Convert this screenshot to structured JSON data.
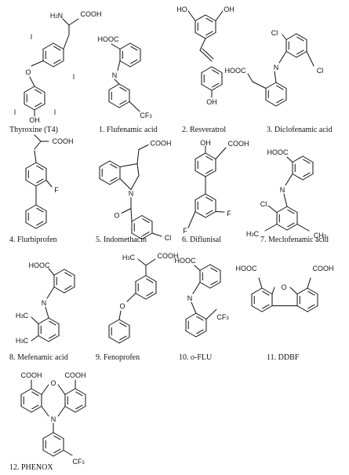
{
  "compounds": [
    {
      "label": "Thyroxine (T4)",
      "groups": [
        "H2N",
        "COOH",
        "I",
        "I",
        "O",
        "I",
        "I",
        "OH"
      ]
    },
    {
      "number": "1.",
      "label": "Flufenamic acid",
      "groups": [
        "HOOC",
        "N",
        "CF3"
      ]
    },
    {
      "number": "2.",
      "label": "Resveratrol",
      "groups": [
        "HO",
        "OH",
        "OH"
      ]
    },
    {
      "number": "3.",
      "label": "Diclofenamic acid",
      "groups": [
        "Cl",
        "HOOC",
        "N",
        "Cl"
      ]
    },
    {
      "number": "4.",
      "label": "Flurbiprofen",
      "groups": [
        "COOH",
        "F"
      ]
    },
    {
      "number": "5.",
      "label": "Indomethacin",
      "groups": [
        "COOH",
        "N",
        "O",
        "Cl"
      ]
    },
    {
      "number": "6.",
      "label": "Diflunisal",
      "groups": [
        "OH",
        "COOH",
        "F",
        "F"
      ]
    },
    {
      "number": "7.",
      "label": "Meclofenamic acid",
      "groups": [
        "HOOC",
        "N",
        "Cl",
        "H3C",
        "CH3"
      ]
    },
    {
      "number": "8.",
      "label": "Mefenamic acid",
      "groups": [
        "HOOC",
        "N",
        "H3C",
        "H3C"
      ]
    },
    {
      "number": "9.",
      "label": "Fenoprofen",
      "groups": [
        "H3C",
        "COOH",
        "O"
      ]
    },
    {
      "number": "10.",
      "label_prefix": "o",
      "label": "-FLU",
      "groups": [
        "HOOC",
        "N",
        "CF3"
      ]
    },
    {
      "number": "11.",
      "label": "DDBF",
      "groups": [
        "HOOC",
        "O",
        "COOH"
      ]
    },
    {
      "number": "12.",
      "label": "PHENOX",
      "groups": [
        "COOH",
        "O",
        "COOH",
        "N",
        "CF3"
      ]
    }
  ]
}
